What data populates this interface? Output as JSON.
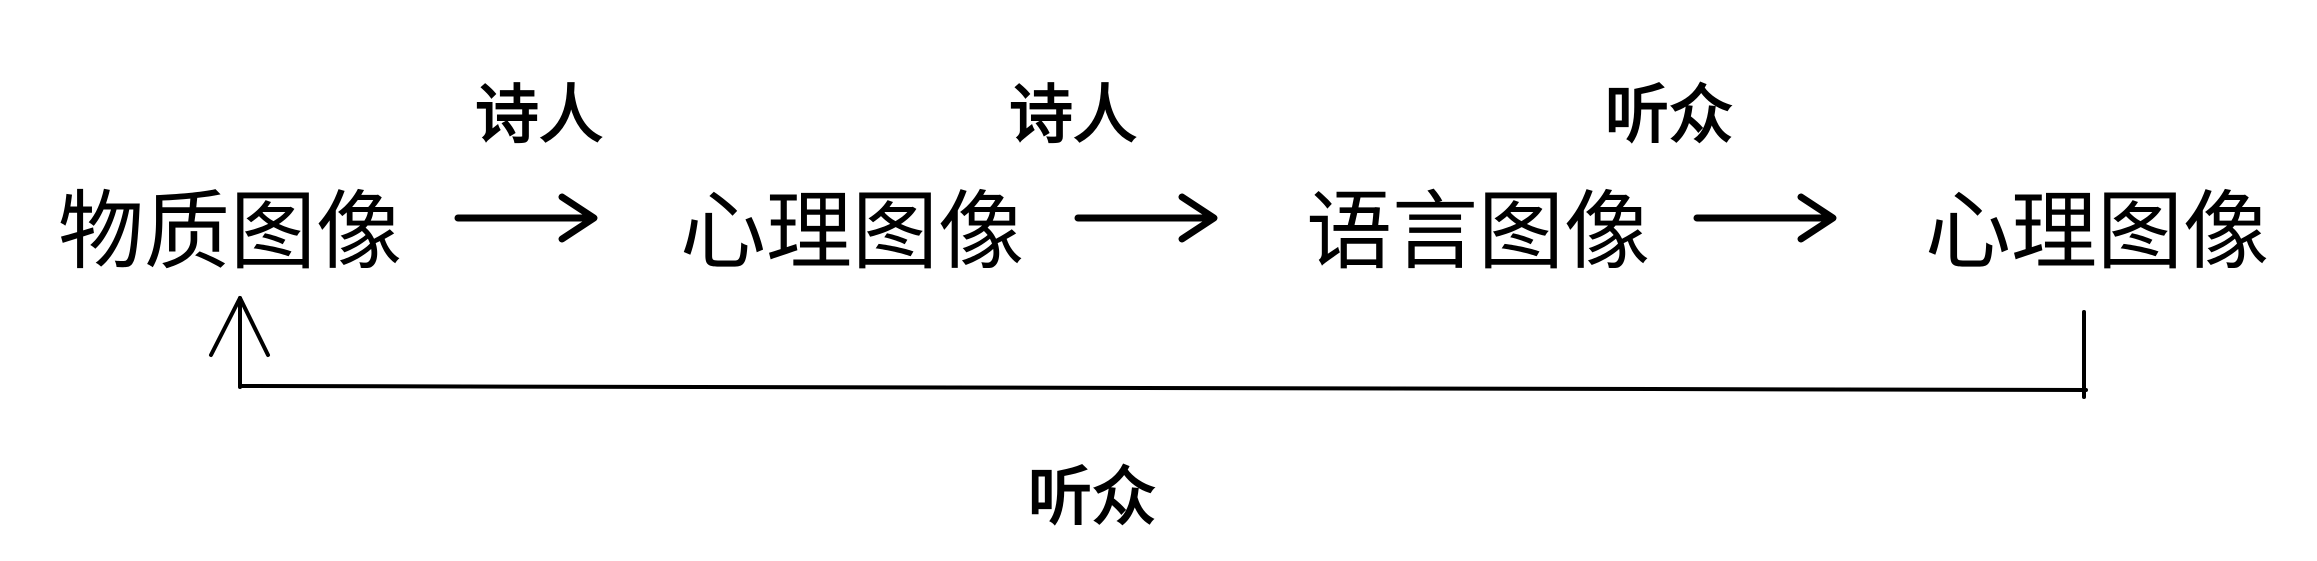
{
  "nodes": [
    {
      "label": "物质图像"
    },
    {
      "label": "心理图像"
    },
    {
      "label": "语言图像"
    },
    {
      "label": "心理图像"
    }
  ],
  "arrow_labels": [
    {
      "label": "诗人"
    },
    {
      "label": "诗人"
    },
    {
      "label": "听众"
    }
  ],
  "feedback_label": "听众"
}
